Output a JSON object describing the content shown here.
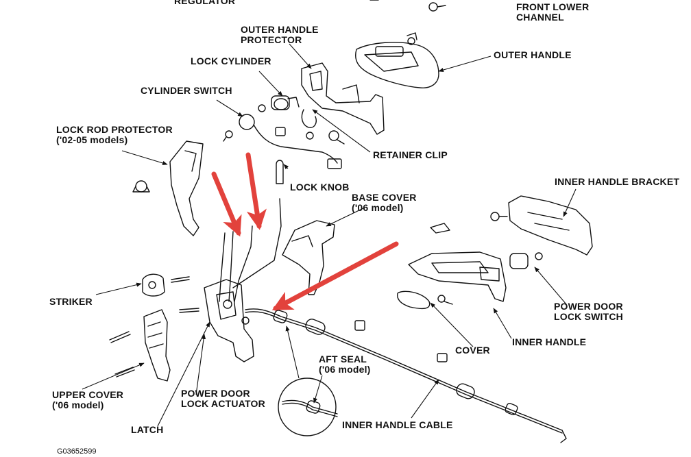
{
  "labels": {
    "regulator": "REGULATOR",
    "front_lower_channel": "FRONT LOWER\nCHANNEL",
    "outer_handle_protector": "OUTER HANDLE\nPROTECTOR",
    "outer_handle": "OUTER HANDLE",
    "lock_cylinder": "LOCK CYLINDER",
    "cylinder_switch": "CYLINDER SWITCH",
    "lock_rod_protector": "LOCK ROD PROTECTOR\n('02-05 models)",
    "retainer_clip": "RETAINER CLIP",
    "inner_handle_bracket": "INNER HANDLE BRACKET",
    "lock_knob": "LOCK KNOB",
    "base_cover": "BASE COVER\n('06 model)",
    "striker": "STRIKER",
    "power_door_lock_switch": "POWER DOOR\nLOCK SWITCH",
    "inner_handle": "INNER HANDLE",
    "cover": "COVER",
    "aft_seal": "AFT SEAL\n('06 model)",
    "upper_cover": "UPPER COVER\n('06 model)",
    "power_door_lock_actuator": "POWER DOOR\nLOCK ACTUATOR",
    "latch": "LATCH",
    "inner_handle_cable": "INNER HANDLE CABLE",
    "figure_code": "G03652599"
  },
  "colors": {
    "line": "#111111",
    "annotation_arrow": "#e2423c",
    "background": "#ffffff"
  }
}
